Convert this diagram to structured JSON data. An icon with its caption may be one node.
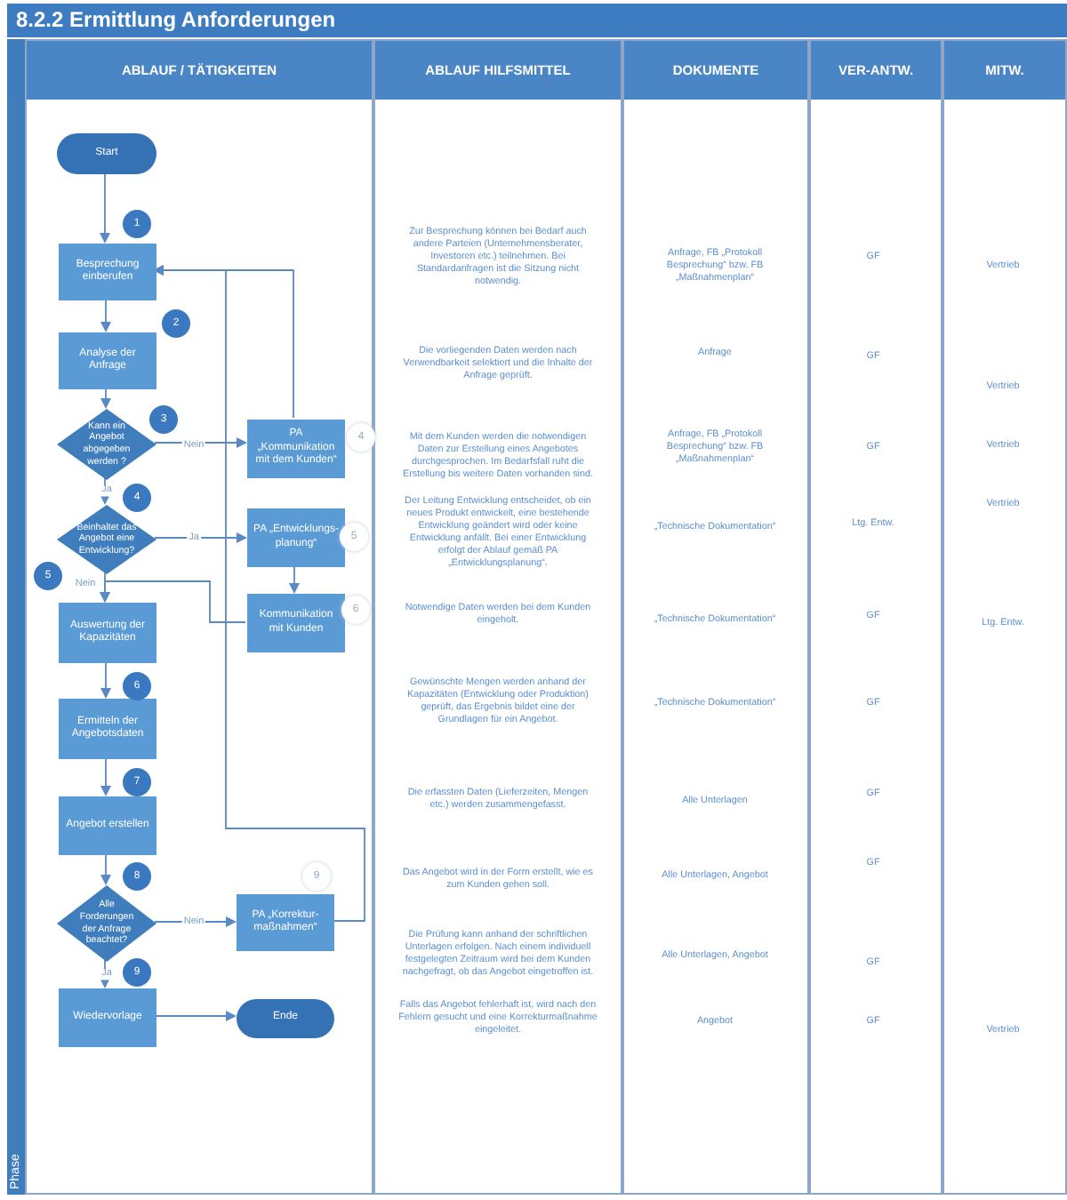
{
  "diagram": {
    "title": "8.2.2 Ermittlung Anforderungen",
    "nodes": [
      {
        "text": [
          "ABLAUF / TÄTIGKEITEN"
        ]
      },
      {
        "text": [
          "ABLAUF HILFSMITTEL"
        ]
      },
      {
        "text": [
          "DOKUMENTE"
        ]
      },
      {
        "text": [
          "VER-ANTW."
        ]
      },
      {
        "text": [
          "MITW."
        ]
      },
      {
        "text": [
          "Phase"
        ]
      },
      {
        "text": [
          "Start"
        ],
        "in": 0
      },
      {
        "text": [
          "Besprechung einberufen"
        ],
        "in": 0
      },
      {
        "text": [
          "Analyse der Anfrage"
        ],
        "in": 0
      },
      {
        "text": [
          "Kann ein Angebot abgegeben werden ?"
        ],
        "in": 0
      },
      {
        "text": [
          "PA „Kommunikation mit dem Kunden“"
        ],
        "in": 0
      },
      {
        "text": [
          "Beinhaltet das Angebot eine Entwicklung?"
        ],
        "in": 0
      },
      {
        "text": [
          "PA „Entwicklungs-planung“"
        ],
        "in": 0
      },
      {
        "text": [
          "Kommunikation mit Kunden"
        ],
        "in": 0
      },
      {
        "text": [
          "Auswertung der Kapazitäten"
        ],
        "in": 0
      },
      {
        "text": [
          "Ermitteln der Angebotsdaten"
        ],
        "in": 0
      },
      {
        "text": [
          "Angebot erstellen"
        ],
        "in": 0
      },
      {
        "text": [
          "Alle Forderungen der Anfrage beachtet?"
        ],
        "in": 0
      },
      {
        "text": [
          "PA „Korrektur-maßnahmen“"
        ],
        "in": 0
      },
      {
        "text": [
          "Wiedervorlage"
        ],
        "in": 0
      },
      {
        "text": [
          "Ende"
        ],
        "in": 0
      }
    ],
    "edges": [
      {
        "from": 6,
        "to": 7,
        "arrow": "to"
      },
      {
        "from": 7,
        "to": 8,
        "arrow": "to"
      },
      {
        "from": 8,
        "to": 9,
        "arrow": "to"
      },
      {
        "from": 9,
        "to": 10,
        "arrow": "to",
        "label": "Nein"
      },
      {
        "from": 10,
        "to": 7,
        "arrow": "to"
      },
      {
        "from": 9,
        "to": 11,
        "arrow": "to",
        "label": "Ja"
      },
      {
        "from": 11,
        "to": 12,
        "arrow": "to",
        "label": "Ja"
      },
      {
        "from": 12,
        "to": 13,
        "arrow": "to"
      },
      {
        "from": 13,
        "to": 14,
        "arrow": "to"
      },
      {
        "from": 11,
        "to": 14,
        "arrow": "to",
        "label": "Nein"
      },
      {
        "from": 14,
        "to": 15,
        "arrow": "to"
      },
      {
        "from": 15,
        "to": 16,
        "arrow": "to"
      },
      {
        "from": 16,
        "to": 17,
        "arrow": "to"
      },
      {
        "from": 17,
        "to": 18,
        "arrow": "to",
        "label": "Nein"
      },
      {
        "from": 18,
        "to": 7,
        "arrow": "to"
      },
      {
        "from": 17,
        "to": 19,
        "arrow": "to",
        "label": "Ja"
      },
      {
        "from": 19,
        "to": 20,
        "arrow": "to"
      }
    ],
    "labels": [
      "1",
      "2",
      "3",
      "4",
      "5",
      "6",
      "7",
      "8",
      "9",
      "4",
      "5",
      "6",
      "9",
      "Zur Besprechung können bei Bedarf auch andere Parteien (Unternehmensberater, Investoren etc.) teilnehmen. Bei Standardanfragen ist die Sitzung nicht notwendig.",
      "Die vorliegenden Daten werden nach Verwendbarkeit selektiert und die Inhalte der Anfrage geprüft.",
      "Mit dem Kunden werden die notwendigen Daten zur Erstellung eines Angebotes durchgesprochen. Im Bedarfsfall ruht die Erstellung bis weitere Daten vorhanden sind.",
      "Der Leitung Entwicklung entscheidet, ob ein neues Produkt entwickelt, eine bestehende Entwicklung geändert wird oder keine Entwicklung anfällt. Bei einer Entwicklung erfolgt der Ablauf gemäß PA „Entwicklungsplanung“.",
      "Notwendige Daten werden bei dem Kunden eingeholt.",
      "Gewünschte Mengen werden anhand der Kapazitäten (Entwicklung oder Produktion) geprüft, das Ergebnis bildet eine der Grundlagen für ein Angebot.",
      "Die erfassten Daten (Lieferzeiten, Mengen etc.) werden zusammengefasst.",
      "Das Angebot wird in der Form erstellt, wie es zum Kunden gehen soll.",
      "Die Prüfung kann anhand der schriftlichen Unterlagen erfolgen. Nach einem individuell festgelegten Zeitraum wird bei dem Kunden nachgefragt, ob das Angebot eingetroffen ist.",
      "Falls das Angebot fehlerhaft ist, wird nach den Fehlern gesucht und eine Korrekturmaßnahme eingeleitet.",
      "Anfrage, FB „Protokoll Besprechung“ bzw. FB „Maßnahmenplan“",
      "Anfrage",
      "Anfrage, FB „Protokoll Besprechung“ bzw. FB „Maßnahmenplan“",
      "„Technische Dokumentation“",
      "„Technische Dokumentation“",
      "„Technische Dokumentation“",
      "Alle Unterlagen",
      "Alle Unterlagen, Angebot",
      "Alle Unterlagen, Angebot",
      "Angebot",
      "GF",
      "GF",
      "GF",
      "Ltg. Entw.",
      "GF",
      "GF",
      "GF",
      "GF",
      "GF",
      "GF",
      "Vertrieb",
      "Vertrieb",
      "Vertrieb",
      "Vertrieb",
      "Ltg. Entw.",
      "Vertrieb"
    ]
  }
}
